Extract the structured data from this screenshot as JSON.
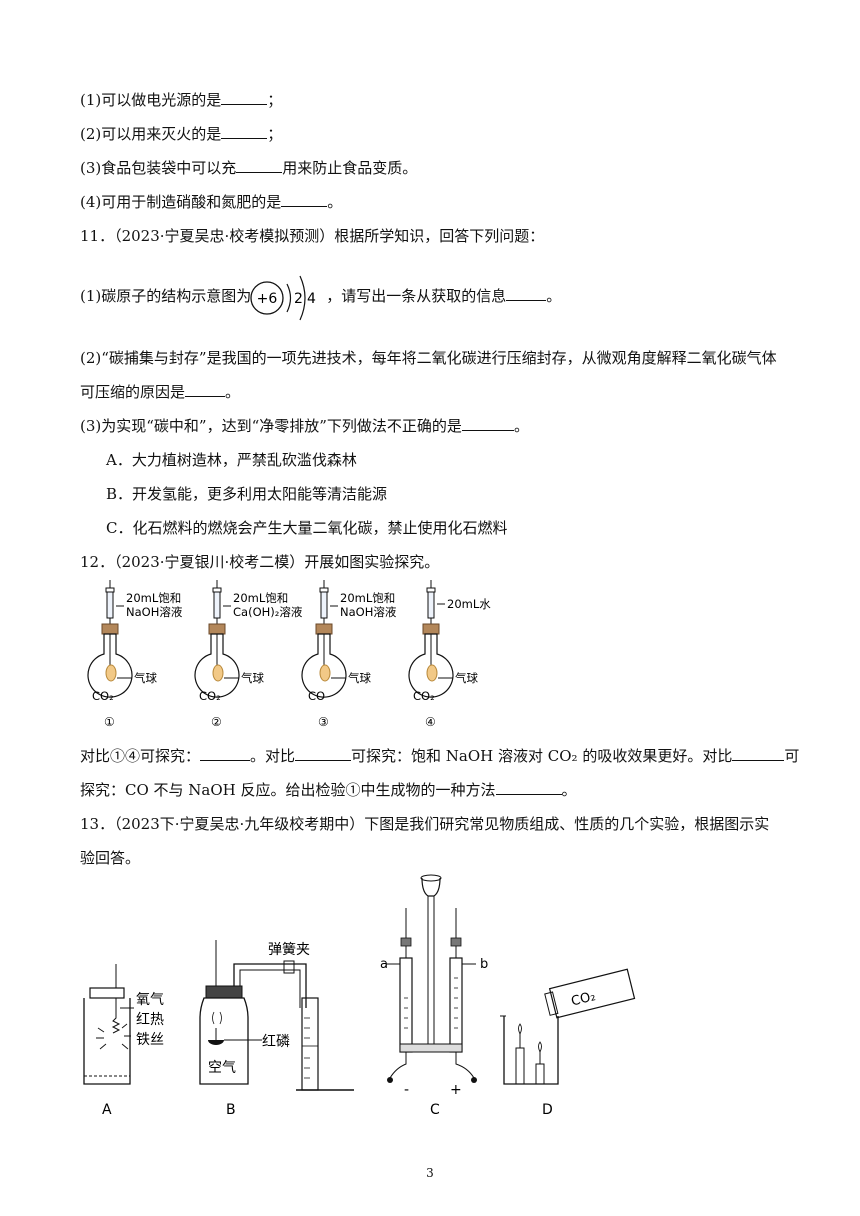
{
  "q10": {
    "items": [
      {
        "pre": "(1)可以做电光源的是",
        "post": "；"
      },
      {
        "pre": "(2)可以用来灭火的是",
        "post": "；"
      },
      {
        "pre": "(3)食品包装袋中可以充",
        "post": "用来防止食品变质。"
      },
      {
        "pre": "(4)可用于制造硝酸和氮肥的是",
        "post": "。"
      }
    ]
  },
  "q11": {
    "header": "11．（2023·宁夏吴忠·校考模拟预测）根据所学知识，回答下列问题：",
    "p1_pre": "(1)碳原子的结构示意图为",
    "p1_post": "，请写出一条从获取的信息",
    "p1_end": "。",
    "atom_nucleus": "+6",
    "atom_shell1": "2",
    "atom_shell2": "4",
    "p2_line1": "(2)“碳捕集与封存”是我国的一项先进技术，每年将二氧化碳进行压缩封存，从微观角度解释二氧化碳气体",
    "p2_line2_pre": "可压缩的原因是",
    "p2_line2_post": "。",
    "p3_pre": "(3)为实现“碳中和”，达到“净零排放”下列做法不正确的是",
    "p3_post": "。",
    "optA": "A．大力植树造林，严禁乱砍滥伐森林",
    "optB": "B．开发氢能，更多利用太阳能等清洁能源",
    "optC": "C．化石燃料的燃烧会产生大量二氧化碳，禁止使用化石燃料"
  },
  "q12": {
    "header": "12．（2023·宁夏银川·校考二模）开展如图实验探究。",
    "apparatus": [
      {
        "line1": "20mL饱和",
        "line2": "NaOH溶液",
        "gas": "CO₂",
        "num": "①"
      },
      {
        "line1": "20mL饱和",
        "line2": "Ca(OH)₂溶液",
        "gas": "CO₂",
        "num": "②"
      },
      {
        "line1": "20mL饱和",
        "line2": "NaOH溶液",
        "gas": "CO",
        "num": "③"
      },
      {
        "line1": "20mL水",
        "line2": "",
        "gas": "CO₂",
        "num": "④"
      }
    ],
    "balloon_label": "气球",
    "text1_a": "对比①④可探究：",
    "text1_b": "。对比",
    "text1_c": "可探究：饱和 NaOH 溶液对 CO₂ 的吸收效果更好。对比",
    "text1_d": "可",
    "text2_a": "探究：CO 不与 NaOH 反应。给出检验①中生成物的一种方法",
    "text2_b": "。"
  },
  "q13": {
    "header": "13．（2023下·宁夏吴忠·九年级校考期中）下图是我们研究常见物质组成、性质的几个实验，根据图示实",
    "header2": "验回答。",
    "A": {
      "label": "A",
      "t1": "氧气",
      "t2": "红热",
      "t3": "铁丝"
    },
    "B": {
      "label": "B",
      "clamp": "弹簧夹",
      "p": "红磷",
      "air": "空气"
    },
    "C": {
      "label": "C",
      "a": "a",
      "b": "b",
      "neg": "-",
      "pos": "+"
    },
    "D": {
      "label": "D",
      "gas": "CO₂"
    }
  },
  "page_number": "3"
}
